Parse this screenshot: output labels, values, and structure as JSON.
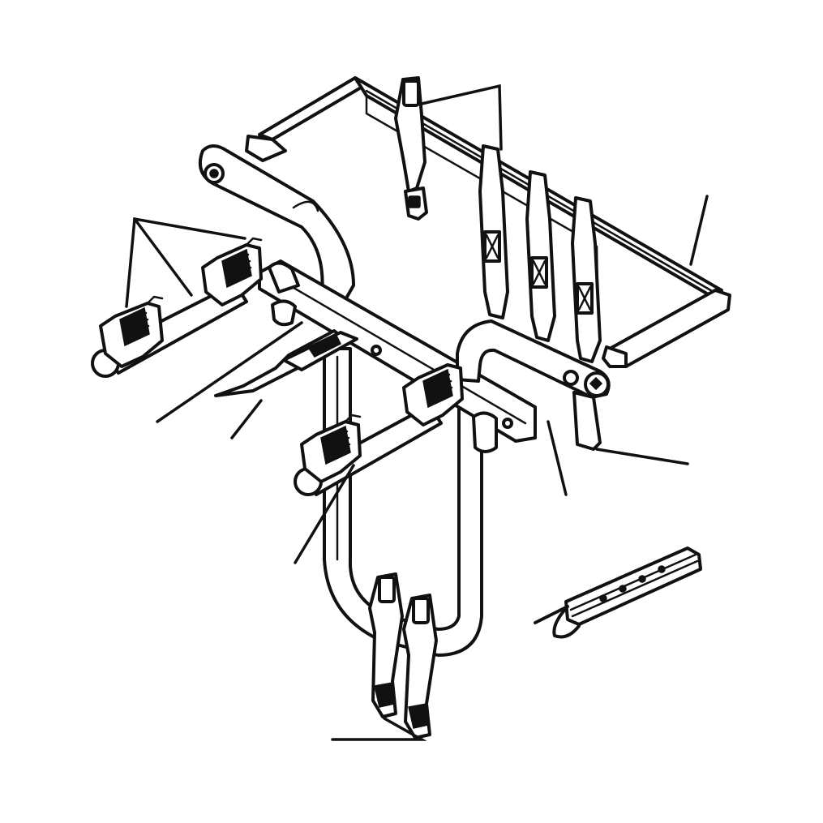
{
  "figure": {
    "subject": "bike-carrier-exploded-view",
    "colors": {
      "ink": "#111111",
      "paper": "#ffffff"
    },
    "parts": [
      "top-frame",
      "hub-arm-upper",
      "hub-arm-lower",
      "carry-arm-upper",
      "carry-arm-lower",
      "cradle-upper-inner",
      "cradle-upper-outer",
      "cradle-lower",
      "cradle-right",
      "top-strap-center",
      "top-straps-right",
      "lower-straps",
      "foot-pad",
      "hub-knob-upper",
      "hub-knob-lower",
      "adjustment-strap-accessory"
    ],
    "leader_count": 10
  }
}
